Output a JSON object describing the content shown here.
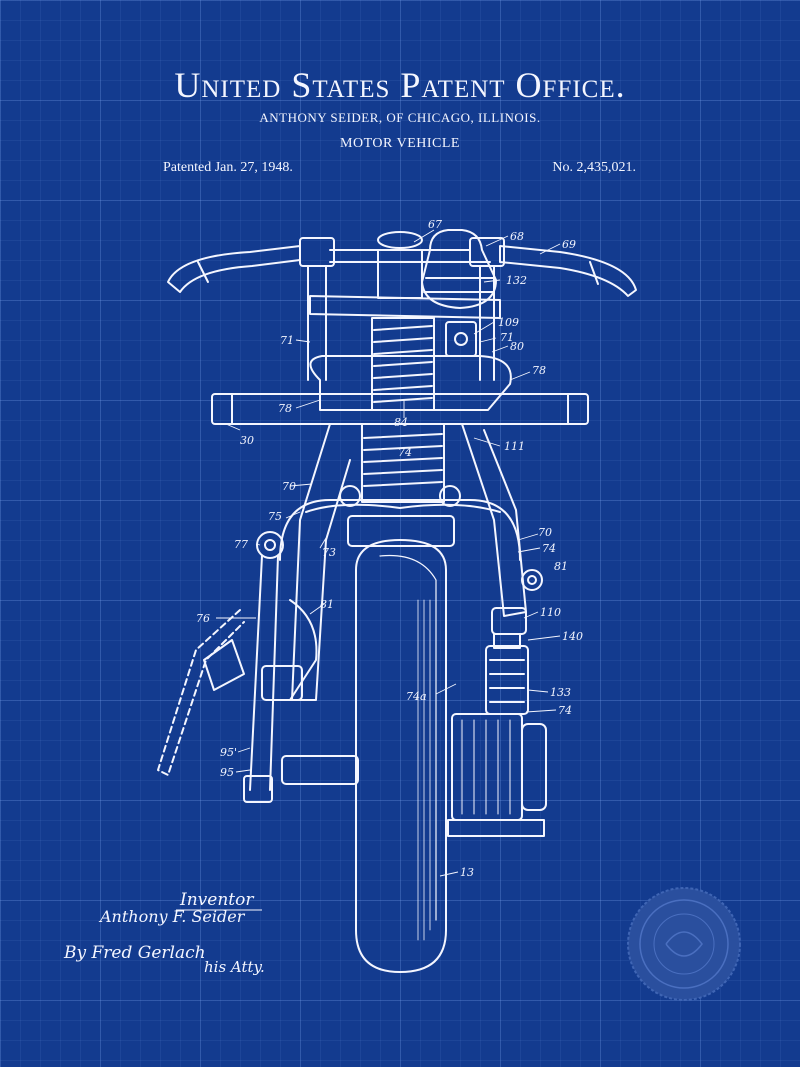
{
  "header": {
    "office": "United States Patent Office.",
    "inventor_line": "ANTHONY SEIDER, OF CHICAGO, ILLINOIS.",
    "patent_title": "MOTOR VEHICLE",
    "patented_date": "Patented Jan. 27, 1948.",
    "patent_number": "No. 2,435,021."
  },
  "labels": {
    "l67": "67",
    "l68": "68",
    "l69": "69",
    "l132": "132",
    "l71a": "71",
    "l109": "109",
    "l71b": "71",
    "l80": "80",
    "l78a": "78",
    "l78b": "78",
    "l84": "84",
    "l30": "30",
    "l74a": "74",
    "l111": "111",
    "l70a": "70",
    "l75": "75",
    "l77": "77",
    "l73": "73",
    "l70b": "70",
    "l74b": "74",
    "l81a": "81",
    "l76": "76",
    "l81b": "81",
    "l110": "110",
    "l140": "140",
    "l74c": "74a",
    "l133": "133",
    "l74d": "74",
    "l95a": "95'",
    "l95b": "95",
    "l13": "13"
  },
  "signature": {
    "inventor_caption": "Inventor",
    "inventor_name": "Anthony F. Seider",
    "by_line": "By Fred Gerlach",
    "attorney": "his Atty."
  },
  "colors": {
    "background": "#133b8f",
    "ink": "#f4f6ff",
    "seal": "#2a4f9e"
  },
  "icons": {
    "seal": "notary-seal-icon"
  }
}
